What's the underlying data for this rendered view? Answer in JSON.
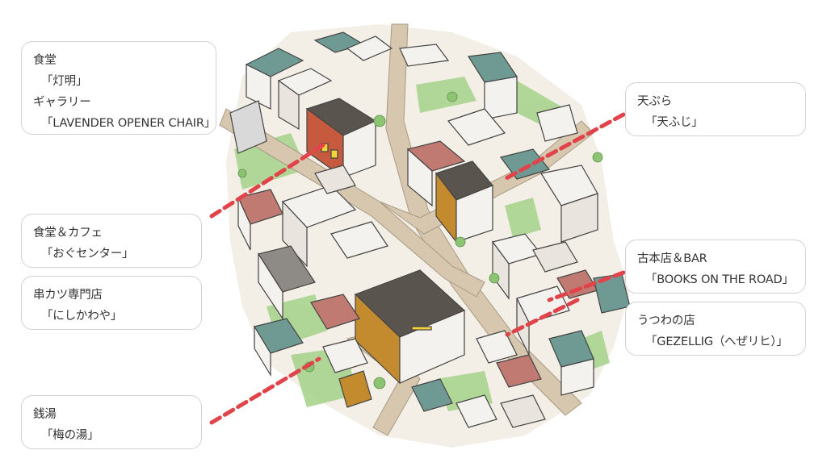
{
  "labels": {
    "teishoku": {
      "type_1": "食堂",
      "name_1": "「灯明」",
      "type_2": "ギャラリー",
      "name_2": "「LAVENDER OPENER CHAIR」"
    },
    "tempura": {
      "type": "天ぷら",
      "name": "「天ふじ」"
    },
    "ogu": {
      "type": "食堂＆カフェ",
      "name": "「おぐセンター」"
    },
    "kushikatsu": {
      "type": "串カツ専門店",
      "name": "「にしかわや」"
    },
    "books": {
      "type": "古本店＆BAR",
      "name": "「BOOKS ON THE ROAD」"
    },
    "utsuwa": {
      "type": "うつわの店",
      "name": "「GEZELLIG（へぜリヒ）」"
    },
    "sento": {
      "type": "銭湯",
      "name": "「梅の湯」"
    }
  },
  "colors": {
    "leader_line": "#e0444a",
    "label_border": "#d2d2d2",
    "road": "#d6c7ae",
    "green": "#a8d48e",
    "roof_dark": "#5a544f",
    "roof_red": "#c07a72",
    "roof_teal": "#6f9a94",
    "wall_white": "#f4f2ee",
    "window_yellow": "#f5d23a"
  }
}
